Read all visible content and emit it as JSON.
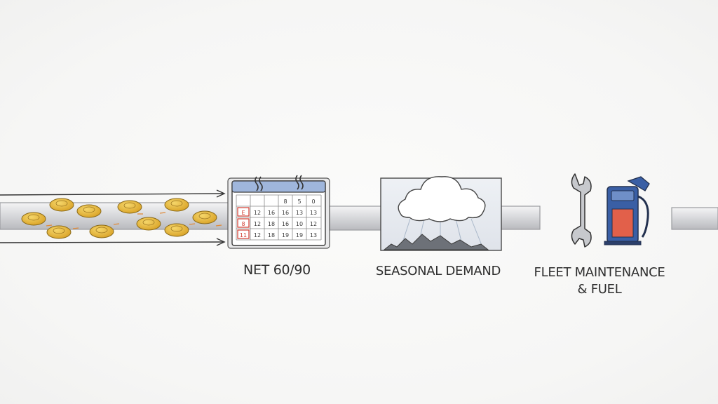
{
  "stages": [
    {
      "id": "net-terms",
      "label": "NET 60/90",
      "icon": "calendar-icon"
    },
    {
      "id": "seasonal",
      "label": "SEASONAL DEMAND",
      "icon": "storm-cloud-icon"
    },
    {
      "id": "fleet",
      "label_line1": "FLEET MAINTENANCE",
      "label_line2": "& FUEL",
      "icons": [
        "wrench-icon",
        "fuel-pump-icon"
      ]
    }
  ],
  "calendar": {
    "rows": [
      [
        "",
        "",
        "",
        "8",
        "5",
        "0"
      ],
      [
        "E",
        "12",
        "16",
        "16",
        "13",
        "13"
      ],
      [
        "8",
        "12",
        "18",
        "16",
        "10",
        "12"
      ],
      [
        "11",
        "12",
        "18",
        "19",
        "19",
        "13"
      ]
    ]
  },
  "colors": {
    "coin": "#e6b83a",
    "pipe": "#cfd0d3",
    "calendar_header": "#9fb6dc",
    "pump_blue": "#3a5fa5",
    "pump_window": "#e2604a",
    "red_date": "#d03a2e"
  }
}
